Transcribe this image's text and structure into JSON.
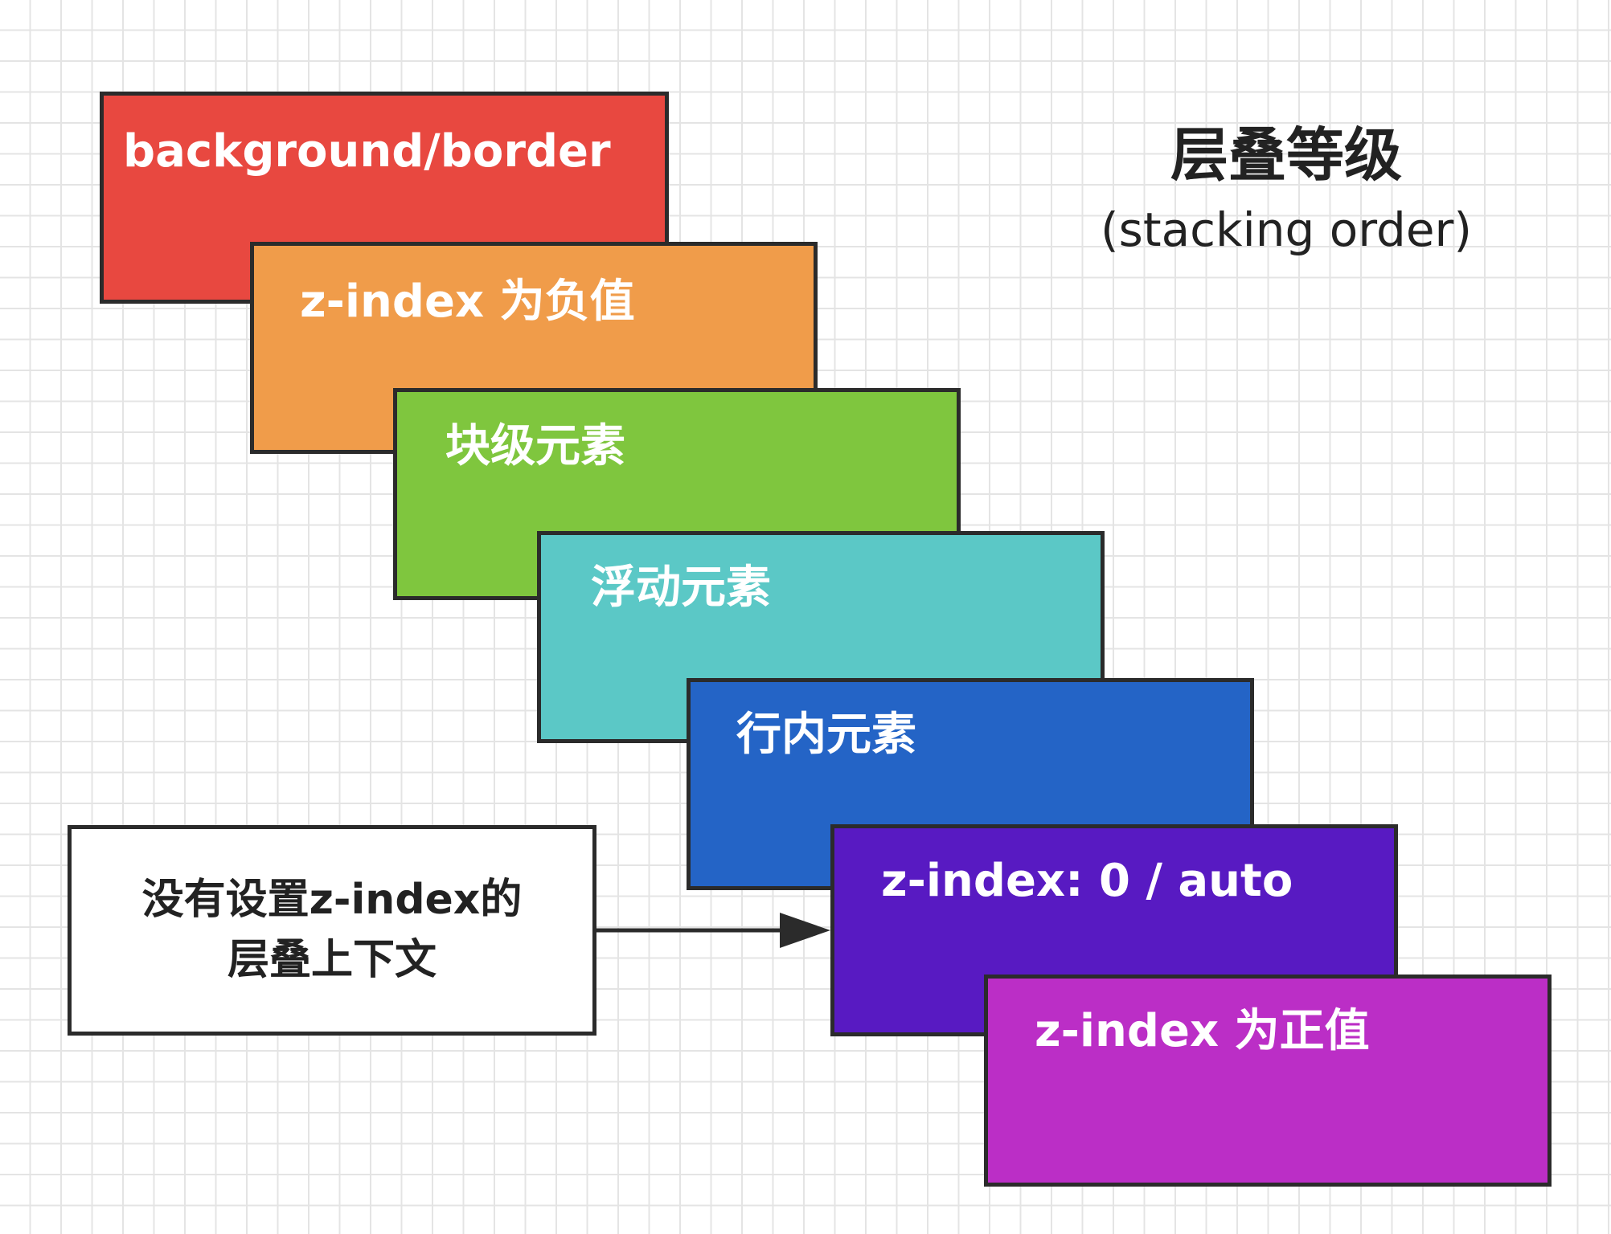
{
  "title": {
    "main": "层叠等级",
    "sub": "(stacking order)"
  },
  "layers": [
    {
      "label": "background/border",
      "color": "#e84840"
    },
    {
      "label": "z-index 为负值",
      "color": "#f09c4a"
    },
    {
      "label": "块级元素",
      "color": "#7fc63e"
    },
    {
      "label": "浮动元素",
      "color": "#5bc8c6"
    },
    {
      "label": "行内元素",
      "color": "#2464c6"
    },
    {
      "label": "z-index: 0 / auto",
      "color": "#581ac2"
    },
    {
      "label": "z-index 为正值",
      "color": "#bb2ec6"
    }
  ],
  "note": {
    "line1": "没有设置z-index的",
    "line2": "层叠上下文"
  },
  "colors": {
    "border": "#2b2b2b",
    "grid": "#e4e4e4",
    "text_dark": "#222222"
  }
}
